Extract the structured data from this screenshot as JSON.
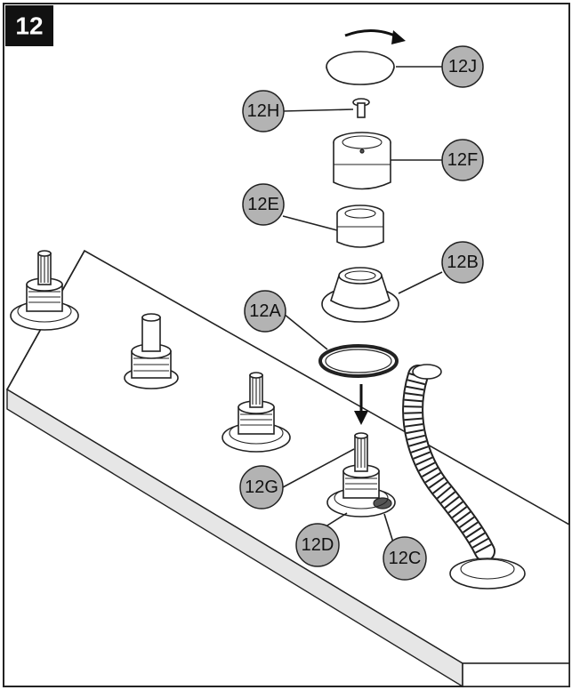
{
  "step": {
    "number": "12"
  },
  "callouts": {
    "j": "12J",
    "h": "12H",
    "f": "12F",
    "e": "12E",
    "b": "12B",
    "a": "12A",
    "g": "12G",
    "d": "12D",
    "c": "12C"
  },
  "colors": {
    "outline": "#222222",
    "callout_fill": "#b3b3b3",
    "step_badge": "#111111",
    "background": "#ffffff"
  }
}
